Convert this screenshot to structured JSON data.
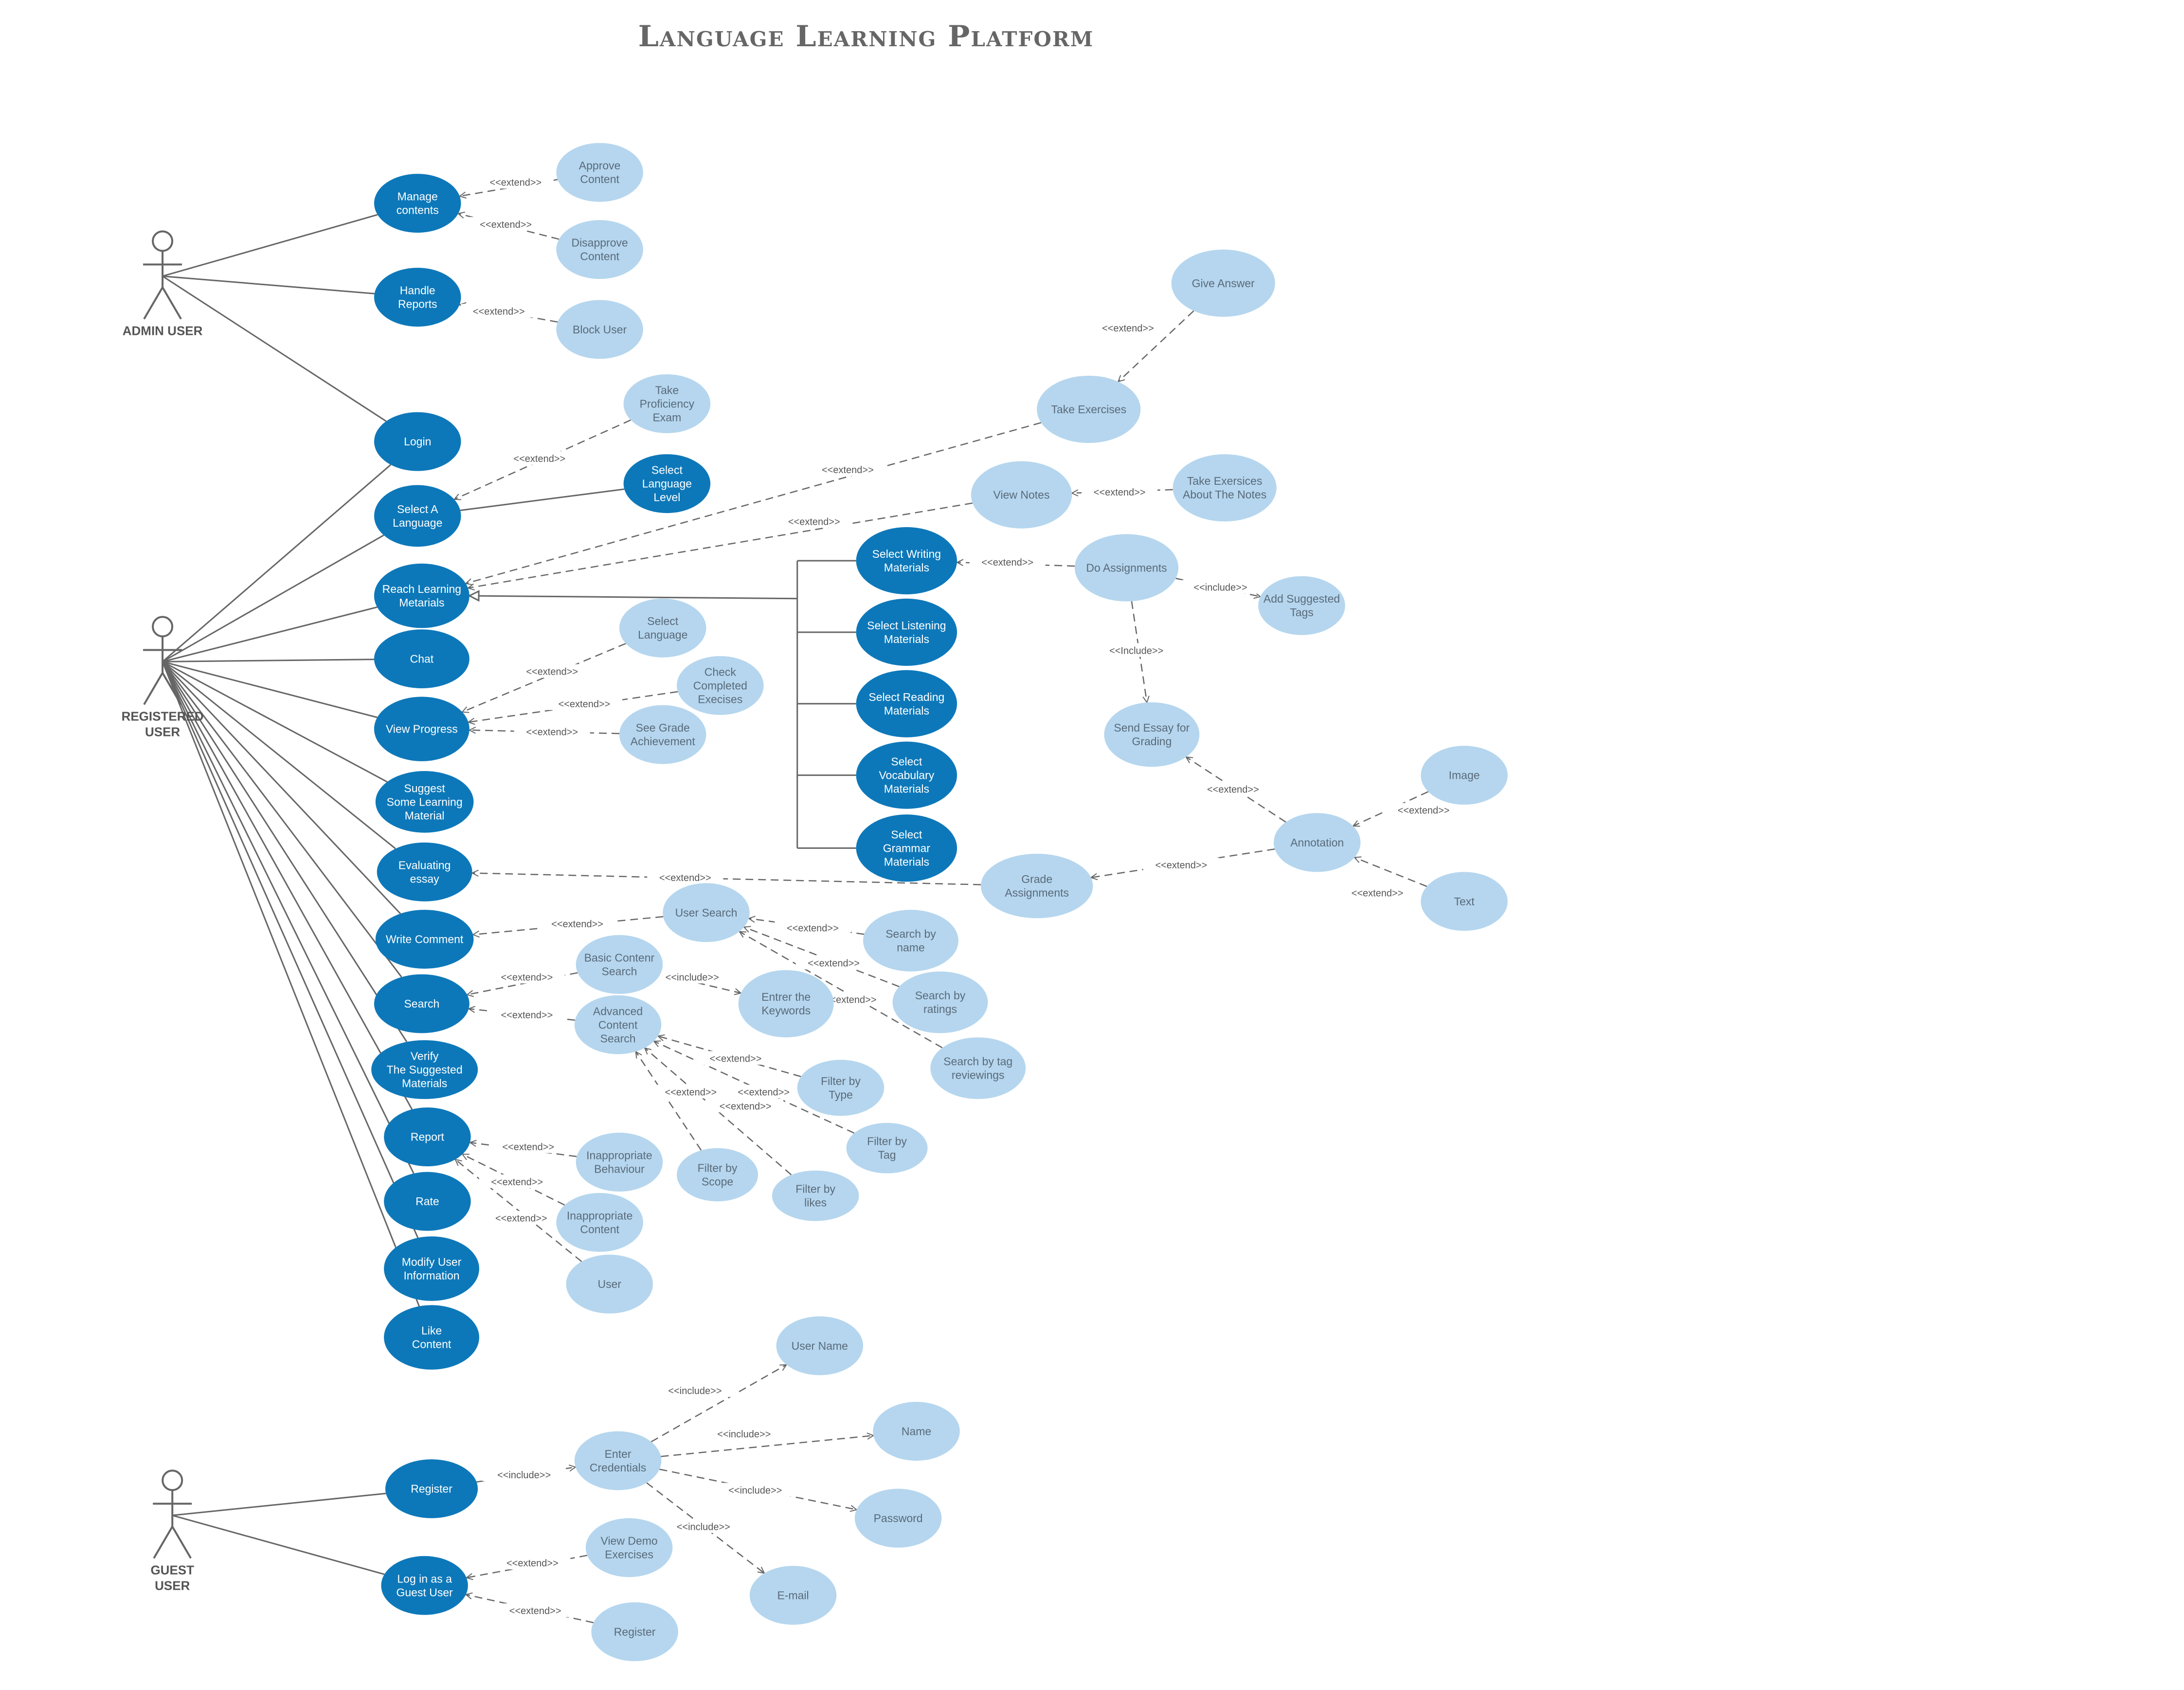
{
  "title": "Language Learning Platform",
  "colors": {
    "dark_usecase": "#0d78b9",
    "light_usecase": "#b5d6ee",
    "line": "#666666"
  },
  "actors": {
    "admin": [
      "ADMIN USER"
    ],
    "registered": [
      "REGISTERED",
      "USER"
    ],
    "guest": [
      "GUEST",
      "USER"
    ]
  },
  "use_cases": {
    "manage_contents": [
      "Manage",
      "contents"
    ],
    "approve_content": [
      "Approve",
      "Content"
    ],
    "disapprove_content": [
      "Disapprove",
      "Content"
    ],
    "handle_reports": [
      "Handle",
      "Reports"
    ],
    "block_user": [
      "Block User"
    ],
    "login": [
      "Login"
    ],
    "take_proficiency_exam": [
      "Take",
      "Proficiency",
      "Exam"
    ],
    "select_a_language": [
      "Select A",
      "Language"
    ],
    "select_language_level": [
      "Select",
      "Language",
      "Level"
    ],
    "reach_learning_materials": [
      "Reach Learning",
      "Metarials"
    ],
    "give_answer": [
      "Give Answer"
    ],
    "take_exercises": [
      "Take Exercises"
    ],
    "view_notes": [
      "View Notes"
    ],
    "take_exercises_about_notes": [
      "Take  Exersices",
      "About  The Notes"
    ],
    "select_writing": [
      "Select Writing",
      "Materials"
    ],
    "select_listening": [
      "Select Listening",
      "Materials"
    ],
    "select_reading": [
      "Select Reading",
      "Materials"
    ],
    "select_vocabulary": [
      "Select",
      "Vocabulary",
      "Materials"
    ],
    "select_grammar": [
      "Select",
      "Grammar",
      "Materials"
    ],
    "do_assignments": [
      "Do Assignments"
    ],
    "add_suggested_tags": [
      "Add Suggested",
      "Tags"
    ],
    "send_essay": [
      "Send Essay  for",
      "Grading"
    ],
    "annotation": [
      "Annotation"
    ],
    "image": [
      "Image"
    ],
    "text": [
      "Text"
    ],
    "grade_assignments": [
      "Grade",
      "Assignments"
    ],
    "chat": [
      "Chat"
    ],
    "view_progress": [
      "View Progress"
    ],
    "select_language": [
      "Select",
      "Language"
    ],
    "check_completed_exercises": [
      "Check",
      "Completed",
      "Execises"
    ],
    "see_grade_achievement": [
      "See Grade",
      "Achievement"
    ],
    "suggest_material": [
      "Suggest",
      "Some Learning",
      "Material"
    ],
    "evaluating_essay": [
      "Evaluating",
      "essay"
    ],
    "write_comment": [
      "Write Comment"
    ],
    "user_search": [
      "User Search"
    ],
    "search_by_name": [
      "Search by",
      "name"
    ],
    "search_by_ratings": [
      "Search by",
      "ratings"
    ],
    "search_by_tag": [
      "Search by tag",
      "reviewings"
    ],
    "search": [
      "Search"
    ],
    "basic_content_search": [
      "Basic Contenr",
      "Search"
    ],
    "enter_keywords": [
      "Entrer the",
      "Keywords"
    ],
    "advanced_content_search": [
      "Advanced",
      "Content",
      "Search"
    ],
    "filter_by_type": [
      "Filter by",
      "Type"
    ],
    "filter_by_tag": [
      "Filter by",
      "Tag"
    ],
    "filter_by_scope": [
      "Filter by",
      "Scope"
    ],
    "filter_by_likes": [
      "Filter by",
      "likes"
    ],
    "verify_suggested": [
      "Verify",
      "The Suggested",
      "Materials"
    ],
    "report": [
      "Report"
    ],
    "inappropriate_behaviour": [
      "Inappropriate",
      "Behaviour"
    ],
    "inappropriate_content": [
      "Inappropriate",
      "Content"
    ],
    "user": [
      "User"
    ],
    "rate": [
      "Rate"
    ],
    "modify_user_information": [
      "Modify User",
      "Information"
    ],
    "like_content": [
      "Like",
      "Content"
    ],
    "user_name": [
      "User Name"
    ],
    "name": [
      "Name"
    ],
    "password": [
      "Password"
    ],
    "email": [
      "E-mail"
    ],
    "register": [
      "Register"
    ],
    "enter_credentials": [
      "Enter",
      "Credentials"
    ],
    "login_guest": [
      "Log in as a",
      "Guest User"
    ],
    "view_demo_exercises": [
      "View Demo",
      "Exercises"
    ],
    "guest_register": [
      "Register"
    ]
  },
  "stereotypes": {
    "extend": "<<extend>>",
    "include_lower": "<<include>>",
    "include_cap": "<<Include>>"
  }
}
